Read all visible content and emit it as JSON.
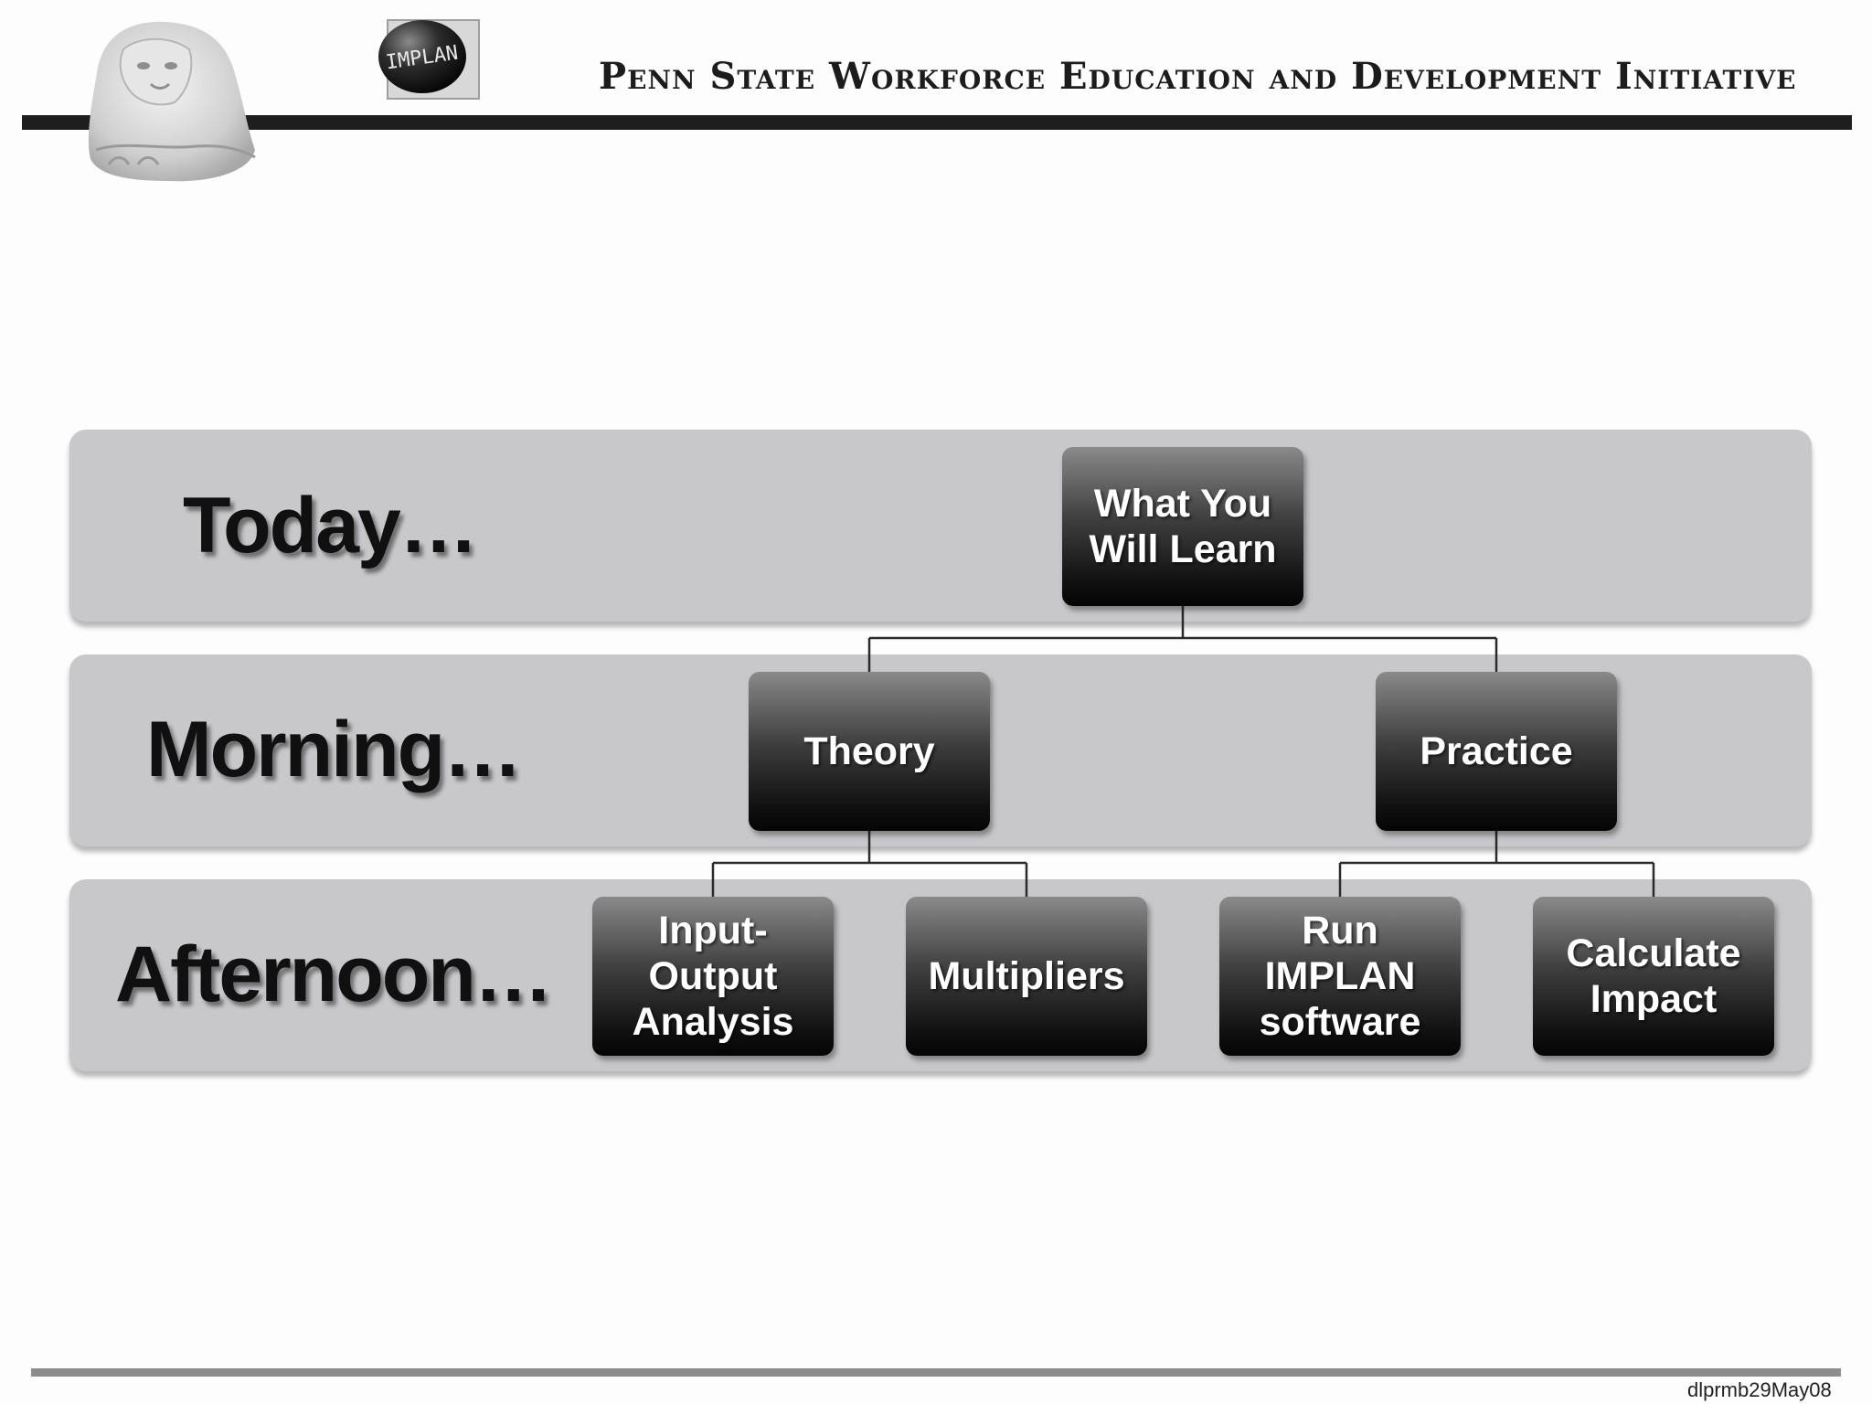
{
  "header": {
    "title": "Penn State Workforce Education and Development Initiative",
    "implan_logo_text": "IMPLAN"
  },
  "bands": {
    "today": "Today…",
    "morning": "Morning…",
    "afternoon": "Afternoon…"
  },
  "nodes": {
    "root": "What You\nWill Learn",
    "theory": "Theory",
    "practice": "Practice",
    "io_analysis": "Input-\nOutput\nAnalysis",
    "multipliers": "Multipliers",
    "run_implan": "Run\nIMPLAN\nsoftware",
    "calculate_impact": "Calculate\nImpact"
  },
  "footer": {
    "code": "dlprmb29May08"
  }
}
